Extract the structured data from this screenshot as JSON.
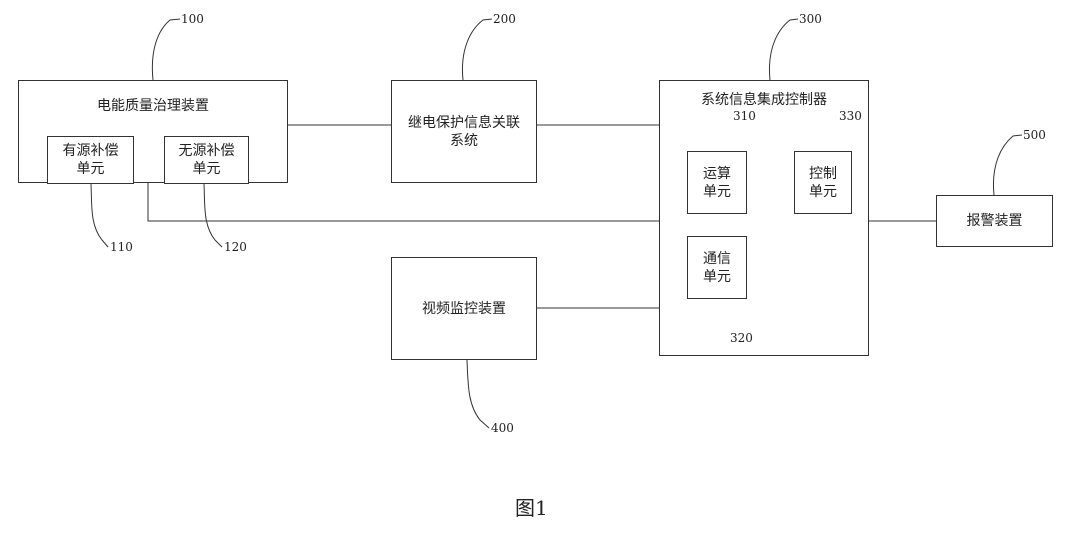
{
  "boxes": {
    "power_quality": {
      "title": "电能质量治理装置"
    },
    "active_comp": {
      "line1": "有源补偿",
      "line2": "单元"
    },
    "passive_comp": {
      "line1": "无源补偿",
      "line2": "单元"
    },
    "relay_system": {
      "line1": "继电保护信息关联",
      "line2": "系统"
    },
    "controller": {
      "title": "系统信息集成控制器"
    },
    "compute_unit": {
      "line1": "运算",
      "line2": "单元"
    },
    "control_unit": {
      "line1": "控制",
      "line2": "单元"
    },
    "comm_unit": {
      "line1": "通信",
      "line2": "单元"
    },
    "video_monitor": {
      "title": "视频监控装置"
    },
    "alarm": {
      "title": "报警装置"
    }
  },
  "refs": {
    "r100": "100",
    "r110": "110",
    "r120": "120",
    "r200": "200",
    "r300": "300",
    "r310": "310",
    "r320": "320",
    "r330": "330",
    "r400": "400",
    "r500": "500"
  },
  "caption": "图1",
  "colors": {
    "line": "#333333",
    "text": "#222222",
    "background": "#ffffff"
  }
}
